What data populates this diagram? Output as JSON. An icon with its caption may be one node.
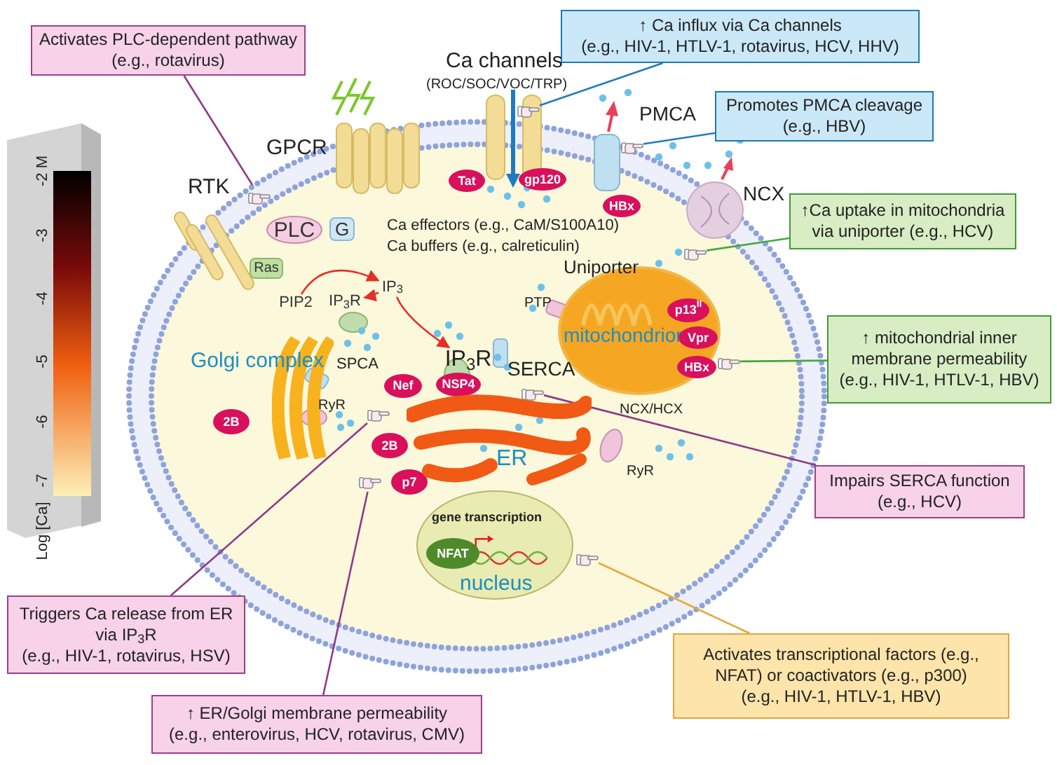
{
  "diagram": {
    "nodes": [
      {
        "text": [
          "Activates PLC-dependent pathway",
          "(e.g., rotavirus)"
        ]
      },
      {
        "text": [
          "↑ Ca influx via Ca channels",
          "(e.g., HIV-1, HTLV-1, rotavirus, HCV, HHV)"
        ]
      },
      {
        "text": [
          "Promotes PMCA cleavage",
          "(e.g., HBV)"
        ]
      },
      {
        "text": [
          "↑Ca uptake in mitochondria via uniporter (e.g., HCV)"
        ]
      },
      {
        "text": [
          "↑ mitochondrial inner membrane permeability",
          "(e.g., HIV-1, HTLV-1, HBV)"
        ]
      },
      {
        "text": [
          "Impairs SERCA function",
          "(e.g., HCV)"
        ]
      },
      {
        "text": [
          "Triggers Ca release from ER via IP$_{3}$R",
          "(e.g., HIV-1, rotavirus, HSV)"
        ]
      },
      {
        "text": [
          "↑ ER/Golgi membrane permeability",
          "(e.g., enterovirus, HCV, rotavirus, CMV)"
        ]
      },
      {
        "text": [
          "Activates transcriptional factors (e.g., NFAT) or coactivators (e.g., p300)",
          "(e.g., HIV-1, HTLV-1, HBV)"
        ]
      },
      {
        "text": [],
        "shape": "hand"
      },
      {
        "text": [],
        "shape": "hand"
      },
      {
        "text": [],
        "shape": "hand"
      },
      {
        "text": [],
        "shape": "hand"
      },
      {
        "text": [],
        "shape": "hand"
      },
      {
        "text": [],
        "shape": "hand"
      },
      {
        "text": [],
        "shape": "hand"
      },
      {
        "text": [],
        "shape": "hand"
      },
      {
        "text": [],
        "shape": "hand"
      },
      {
        "text": [
          "PLC"
        ]
      },
      {
        "text": [
          "G"
        ]
      },
      {
        "text": [
          "Ras"
        ]
      },
      {
        "text": [
          "PIP2"
        ]
      },
      {
        "text": [
          "IP$_{3}$"
        ]
      },
      {
        "text": [
          "IP$_{3}$R"
        ]
      },
      {
        "text": [
          "IP$_{3}$R"
        ]
      },
      {
        "text": [
          "Tat"
        ]
      },
      {
        "text": [
          "gp120"
        ]
      },
      {
        "text": [
          "HBx"
        ]
      },
      {
        "text": [
          "mitochondrion"
        ]
      },
      {
        "text": [
          "p13$^{II}$"
        ],
        "in": 28
      },
      {
        "text": [
          "Vpr"
        ],
        "in": 28
      },
      {
        "text": [
          "HBx"
        ],
        "in": 28
      },
      {
        "text": [
          "Nef"
        ]
      },
      {
        "text": [
          "NSP4"
        ]
      },
      {
        "text": [
          "2B"
        ],
        "in": 39
      },
      {
        "text": [
          "2B"
        ]
      },
      {
        "text": [
          "p7"
        ]
      },
      {
        "text": [
          "gene transcription",
          "nucleus"
        ]
      },
      {
        "text": [
          "NFAT"
        ],
        "in": 37
      },
      {
        "text": [
          "Golgi complex"
        ]
      },
      {
        "text": [
          "ER"
        ]
      }
    ],
    "edges": [
      {
        "from": 0,
        "to": 9,
        "arrow": "none"
      },
      {
        "from": 1,
        "to": 10,
        "arrow": "none",
        "color": "#1f7bbf"
      },
      {
        "from": 2,
        "to": 11,
        "arrow": "none",
        "color": "#1f7bbf"
      },
      {
        "from": 3,
        "to": 12,
        "arrow": "none",
        "color": "#45a83d"
      },
      {
        "from": 4,
        "to": 13,
        "arrow": "none",
        "color": "#45a83d"
      },
      {
        "from": 5,
        "to": 14,
        "arrow": "none"
      },
      {
        "from": 6,
        "to": 15,
        "arrow": "none"
      },
      {
        "from": 7,
        "to": 16,
        "arrow": "none"
      },
      {
        "from": 8,
        "to": 17,
        "arrow": "none",
        "color": "#e6a83c"
      },
      {
        "from": 21,
        "to": 22,
        "arrow": "to",
        "color": "#e53027"
      },
      {
        "from": 22,
        "to": 23,
        "arrow": "to",
        "color": "#e53027"
      },
      {
        "from": 22,
        "to": 24,
        "arrow": "to",
        "color": "#e53027"
      }
    ],
    "labels": [
      "Ca channels",
      "(ROC/SOC/VOC/TRP)",
      "GPCR",
      "RTK",
      "PMCA",
      "NCX",
      "Ca effectors (e.g., CaM/S100A10)",
      "Ca buffers (e.g., calreticulin)",
      "SPCA",
      "RyR",
      "Uniporter",
      "PTP",
      "SERCA",
      "NCX/HCX",
      "RyR",
      "-2 M",
      "-3",
      "-4",
      "-5",
      "-6",
      "-7",
      "Log [Ca]"
    ]
  }
}
